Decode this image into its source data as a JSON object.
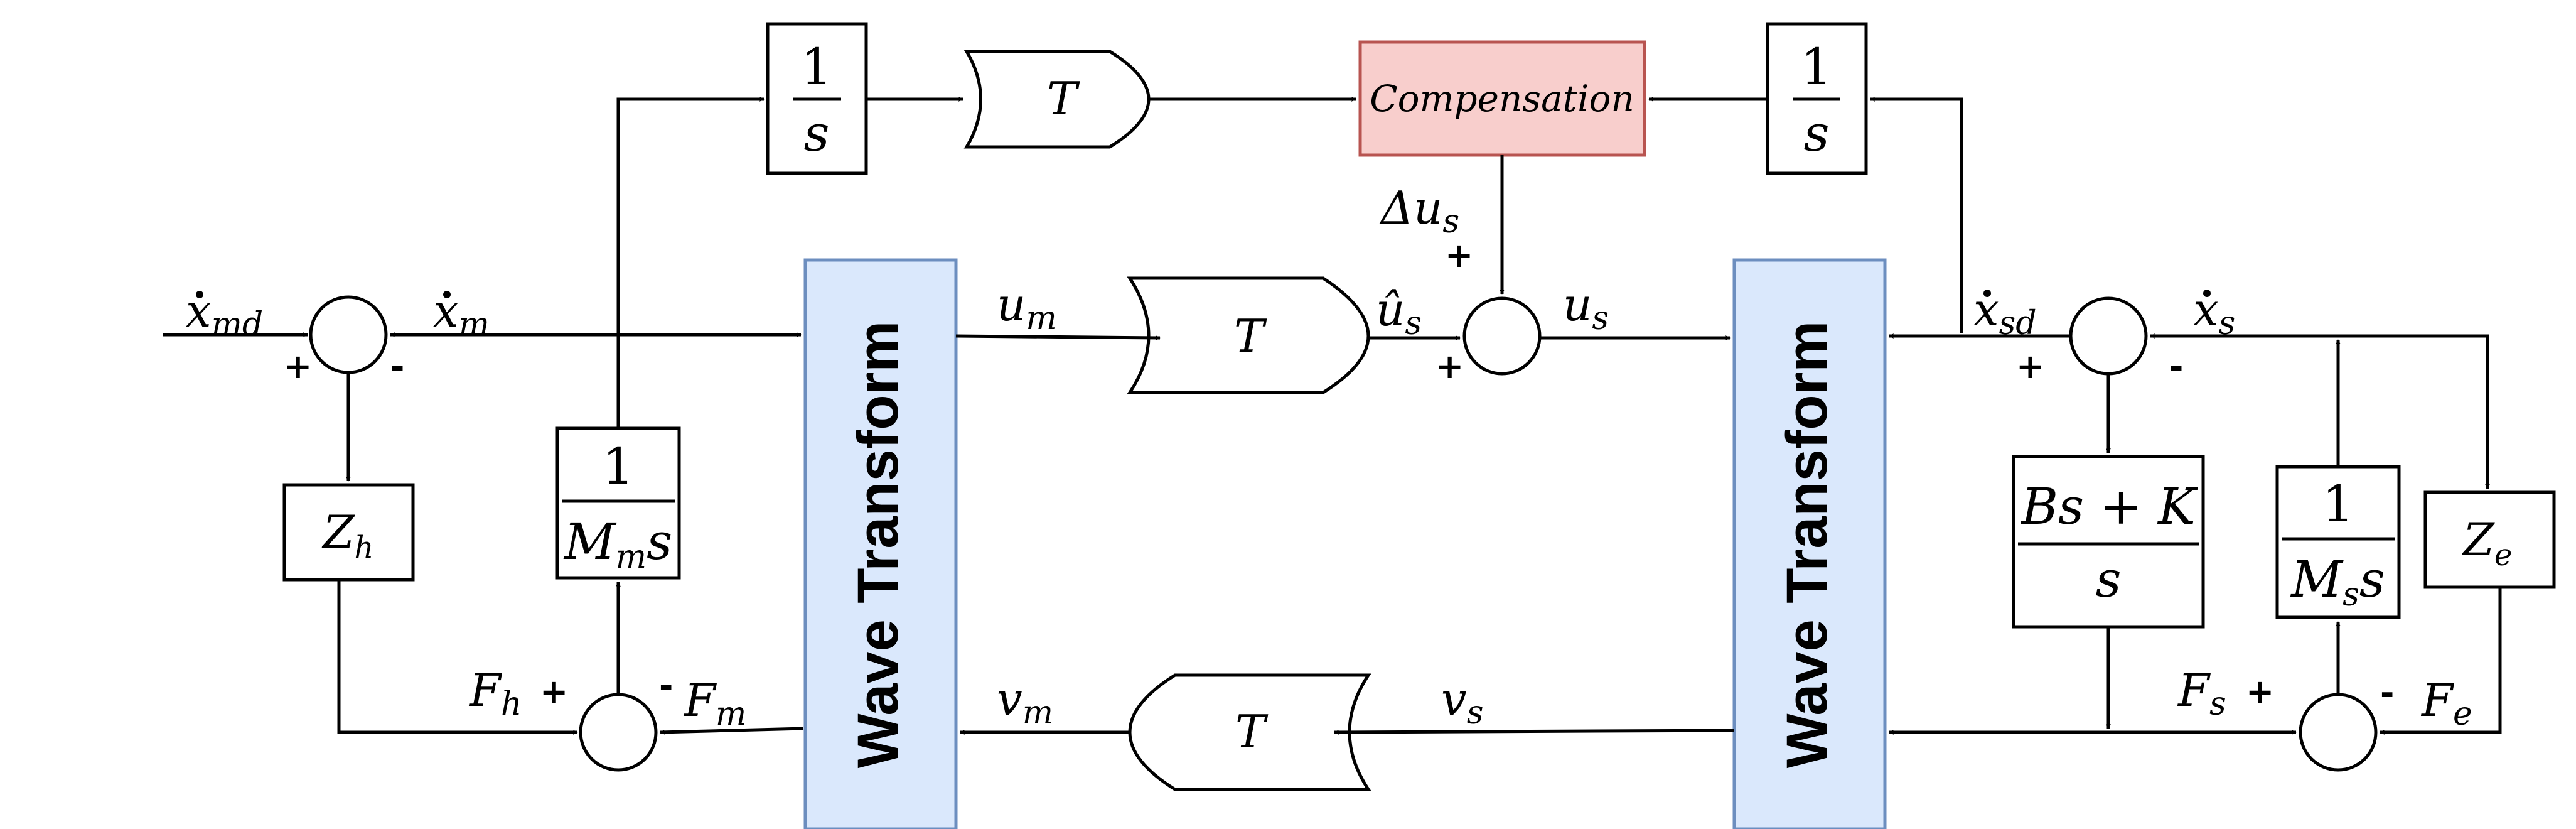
{
  "blocks": {
    "wave_left": "Wave  Transform",
    "wave_right": "Wave  Transform",
    "compensation": "Compensation",
    "delay_top": "T",
    "delay_forward": "T",
    "delay_back": "T",
    "integ_left_num": "1",
    "integ_left_den": "s",
    "integ_right_num": "1",
    "integ_right_den": "s",
    "zh": "Z",
    "zh_sub": "h",
    "ze": "Z",
    "ze_sub": "e",
    "master_num": "1",
    "master_den": "M",
    "master_den_sub": "m",
    "master_den_tail": "s",
    "slave_num": "1",
    "slave_den": "M",
    "slave_den_sub": "s",
    "slave_den_tail": "s",
    "pd_num": "Bs + K",
    "pd_den": "s"
  },
  "signals": {
    "xmd": "x",
    "xmd_sub": "md",
    "xm": "x",
    "xm_sub": "m",
    "um": "u",
    "um_sub": "m",
    "us_hat": "û",
    "us_hat_sub": "s",
    "delta_us": "Δu",
    "delta_us_sub": "s",
    "us": "u",
    "us_sub": "s",
    "xsd": "x",
    "xsd_sub": "sd",
    "xs": "x",
    "xs_sub": "s",
    "vm": "v",
    "vm_sub": "m",
    "vs": "v",
    "vs_sub": "s",
    "fh": "F",
    "fh_sub": "h",
    "fm": "F",
    "fm_sub": "m",
    "fs": "F",
    "fs_sub": "s",
    "fe": "F",
    "fe_sub": "e"
  },
  "signs": {
    "plus": "+",
    "minus": "-"
  },
  "colors": {
    "wave_fill": "#dae8fc",
    "wave_stroke": "#6c8ebf",
    "comp_fill": "#f8cecc",
    "comp_stroke": "#b85450"
  }
}
